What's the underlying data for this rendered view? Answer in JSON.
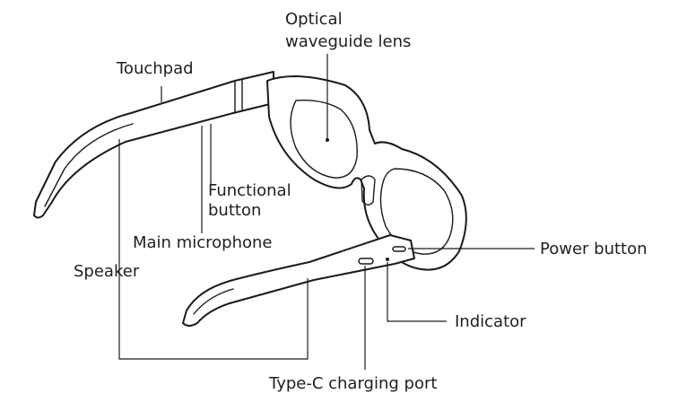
{
  "labels": {
    "optical_line1": "Optical",
    "optical_line2": "waveguide lens",
    "touchpad": "Touchpad",
    "functional_line1": "Functional",
    "functional_line2": "button",
    "main_microphone": "Main microphone",
    "speaker": "Speaker",
    "power_button": "Power button",
    "indicator": "Indicator",
    "type_c": "Type-C charging port"
  },
  "colors": {
    "line": "#1a1a1a",
    "text": "#1f1f1f",
    "background": "#ffffff"
  }
}
